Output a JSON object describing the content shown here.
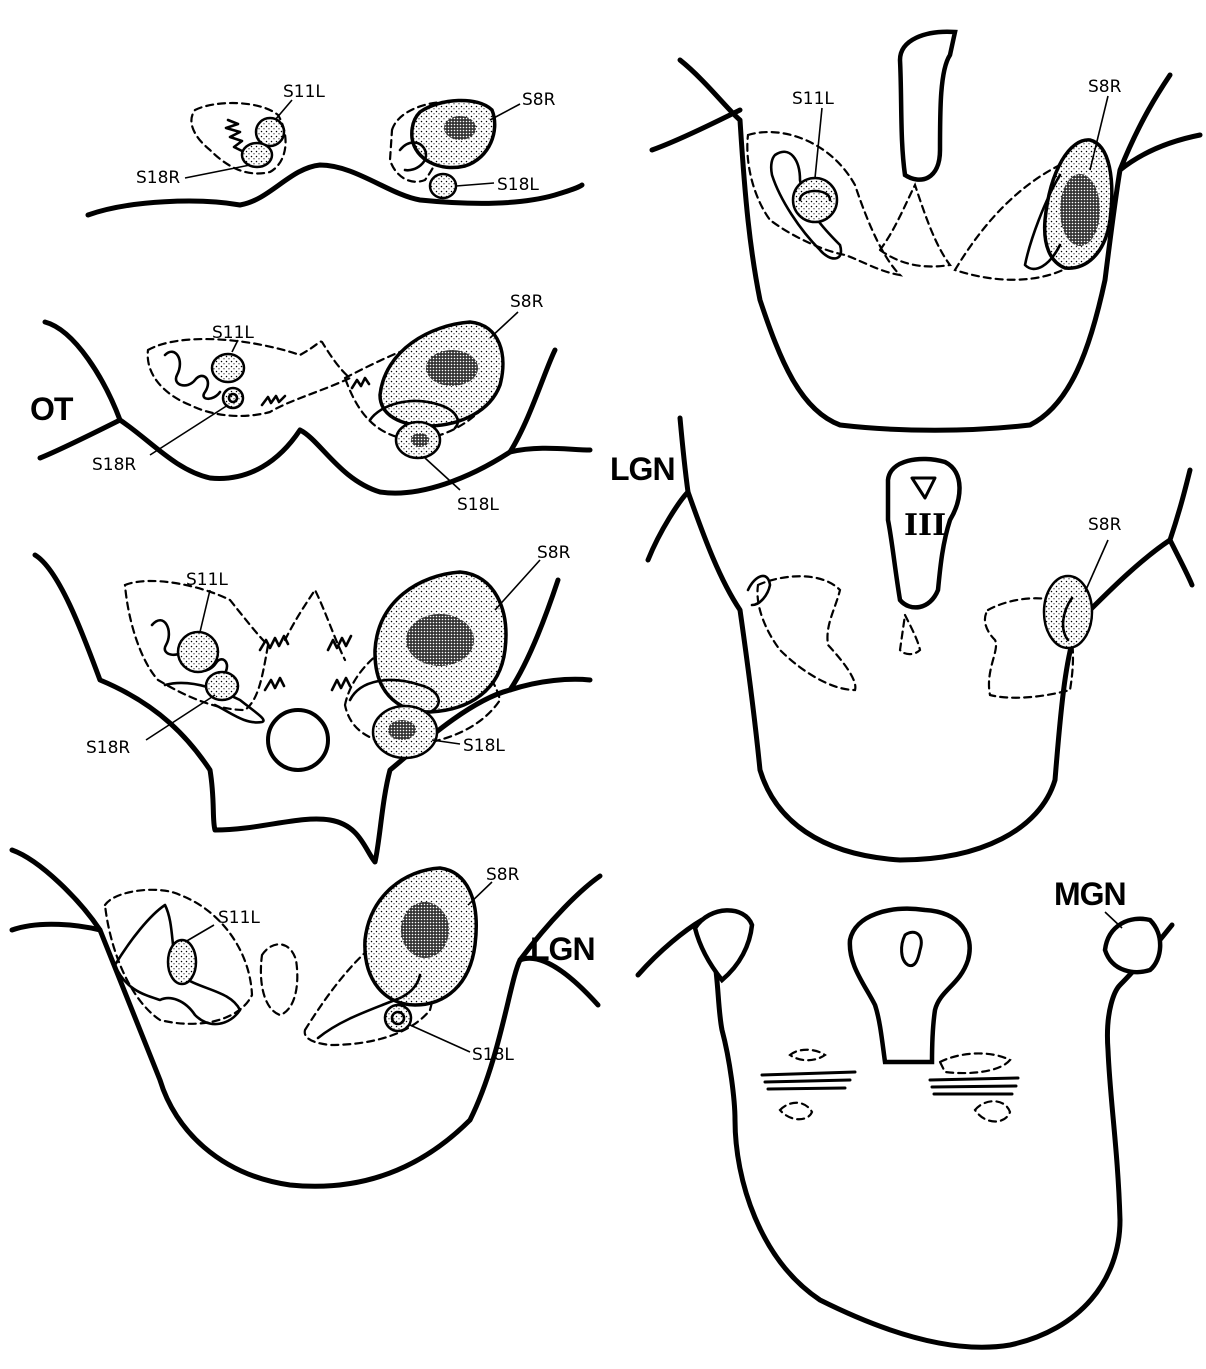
{
  "labels": {
    "s11l": "S11L",
    "s18r": "S18R",
    "s8r": "S8R",
    "s18l": "S18L",
    "ot": "OT",
    "lgn": "LGN",
    "mgn": "MGN",
    "third_ventricle": "III"
  }
}
